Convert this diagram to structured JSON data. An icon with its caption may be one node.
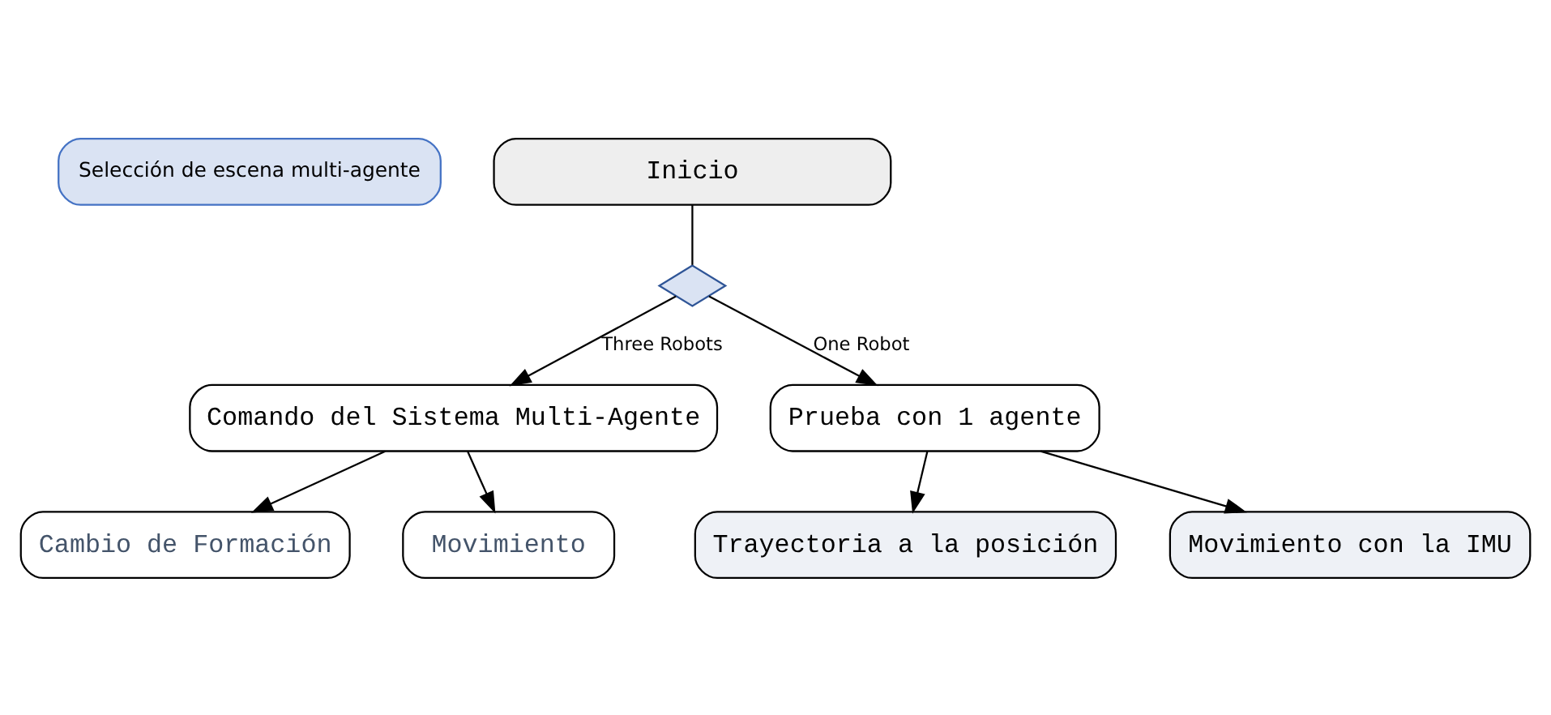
{
  "diagram": {
    "nodes": [
      {
        "text": [
          "Selección de escena multi-agente"
        ]
      },
      {
        "text": [
          "Inicio"
        ]
      },
      {
        "text": [],
        "shape": "diamond"
      },
      {
        "text": [
          "Comando del Sistema Multi-Agente"
        ]
      },
      {
        "text": [
          "Prueba con 1 agente"
        ]
      },
      {
        "text": [
          "Cambio de Formación"
        ]
      },
      {
        "text": [
          "Movimiento"
        ]
      },
      {
        "text": [
          "Trayectoria a la posición"
        ]
      },
      {
        "text": [
          "Movimiento con la IMU"
        ]
      }
    ],
    "edges": [
      {
        "from": 1,
        "to": 2,
        "arrow": "none"
      },
      {
        "from": 2,
        "to": 3,
        "arrow": "to",
        "label": "Three Robots"
      },
      {
        "from": 2,
        "to": 4,
        "arrow": "to",
        "label": "One Robot"
      },
      {
        "from": 3,
        "to": 5,
        "arrow": "to"
      },
      {
        "from": 3,
        "to": 6,
        "arrow": "to"
      },
      {
        "from": 4,
        "to": 7,
        "arrow": "to"
      },
      {
        "from": 4,
        "to": 8,
        "arrow": "to"
      }
    ]
  }
}
